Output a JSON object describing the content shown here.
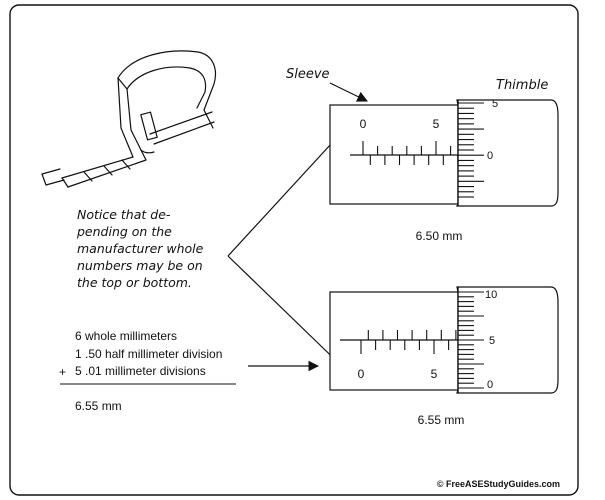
{
  "labels": {
    "sleeve": "Sleeve",
    "thimble": "Thimble"
  },
  "note": {
    "lines": [
      "Notice that de-",
      "pending on the",
      "manufacturer whole",
      "numbers may be on",
      "the top or bottom."
    ]
  },
  "calculation": {
    "line1": "6 whole millimeters",
    "line2": "1 .50 half millimeter division",
    "plus_sign": "+",
    "line3": "5 .01 millimeter divisions",
    "total": "6.55 mm"
  },
  "top_gauge": {
    "sleeve_numbers": [
      "0",
      "5"
    ],
    "thimble_numbers": [
      "5",
      "0"
    ],
    "reading": "6.50 mm"
  },
  "bottom_gauge": {
    "sleeve_numbers": [
      "0",
      "5"
    ],
    "thimble_numbers": [
      "10",
      "5",
      "0"
    ],
    "reading": "6.55 mm"
  },
  "credit": "© FreeASEStudyGuides.com"
}
